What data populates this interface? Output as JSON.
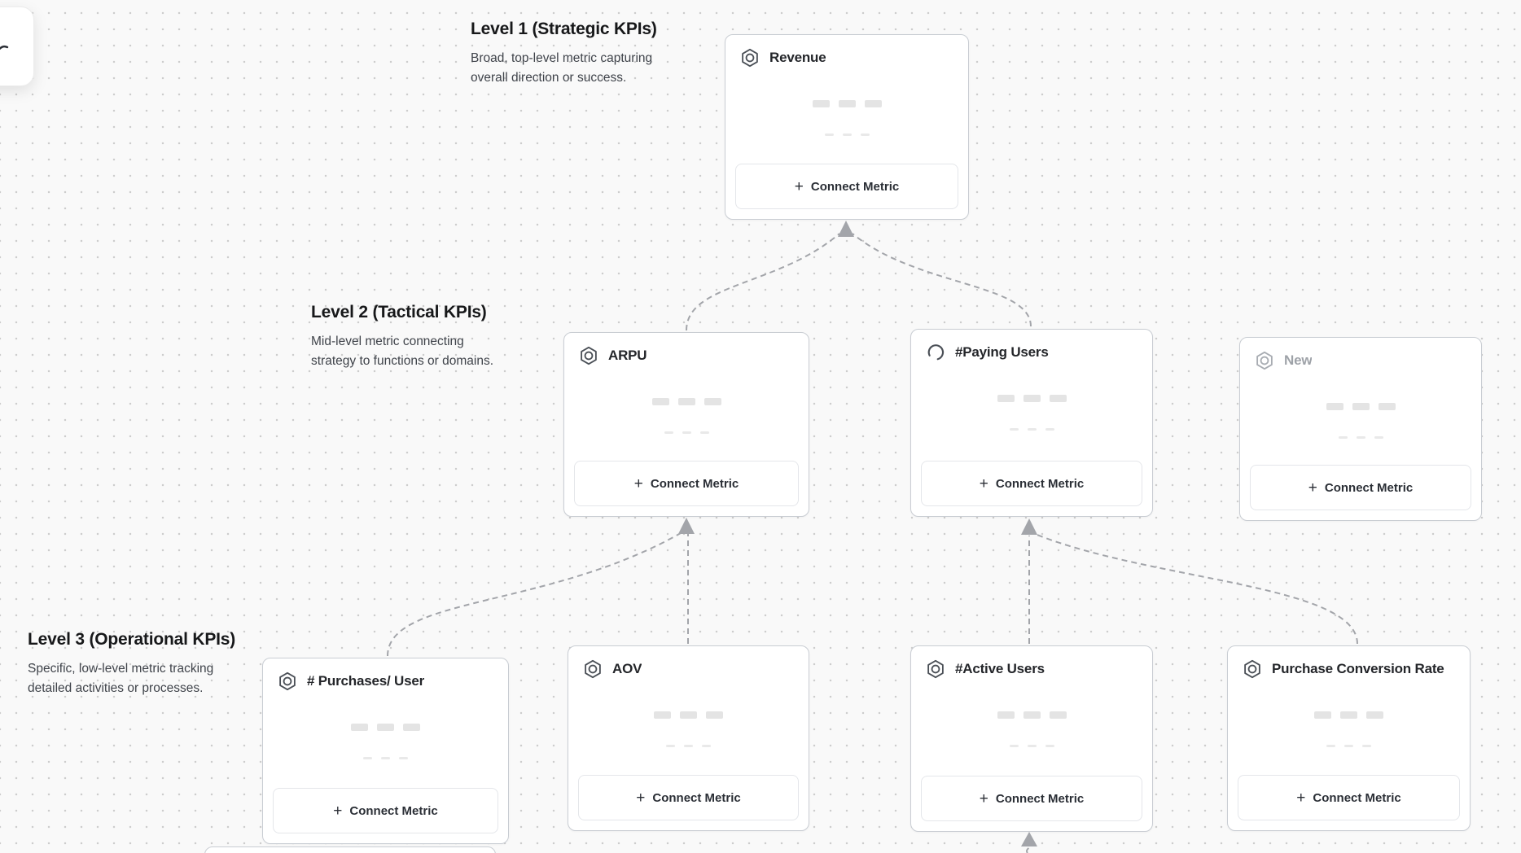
{
  "plus_glyph": "+",
  "levels": [
    {
      "title": "Level 1 (Strategic KPIs)",
      "description_line1": "Broad, top-level metric capturing",
      "description_line2": "overall direction or success."
    },
    {
      "title": "Level 2 (Tactical KPIs)",
      "description_line1": "Mid-level metric connecting",
      "description_line2": "strategy to functions or domains."
    },
    {
      "title": "Level 3 (Operational KPIs)",
      "description_line1": "Specific, low-level metric tracking",
      "description_line2": "detailed activities or processes."
    }
  ],
  "cards": [
    {
      "title": "Revenue",
      "icon": "hexagon-node-icon",
      "state": "default",
      "button_label": "Connect Metric"
    },
    {
      "title": "ARPU",
      "icon": "hexagon-node-icon",
      "state": "default",
      "button_label": "Connect Metric"
    },
    {
      "title": "#Paying Users",
      "icon": "loading-spinner-icon",
      "state": "loading",
      "button_label": "Connect Metric"
    },
    {
      "title": "New",
      "icon": "hexagon-node-icon",
      "state": "draft",
      "button_label": "Connect Metric"
    },
    {
      "title": "# Purchases/ User",
      "icon": "hexagon-node-icon",
      "state": "default",
      "button_label": "Connect Metric"
    },
    {
      "title": "AOV",
      "icon": "hexagon-node-icon",
      "state": "default",
      "button_label": "Connect Metric"
    },
    {
      "title": "#Active Users",
      "icon": "hexagon-node-icon",
      "state": "default",
      "button_label": "Connect Metric"
    },
    {
      "title": "Purchase Conversion Rate",
      "icon": "hexagon-node-icon",
      "state": "default",
      "button_label": "Connect Metric"
    }
  ],
  "colors": {
    "canvas_bg": "#f9f9f9",
    "dot_grid": "#cdcdcd",
    "card_border": "#c9cdd3",
    "connector": "#a3a5aa",
    "title_text": "#24262a",
    "muted_text": "#9ea2a8"
  }
}
